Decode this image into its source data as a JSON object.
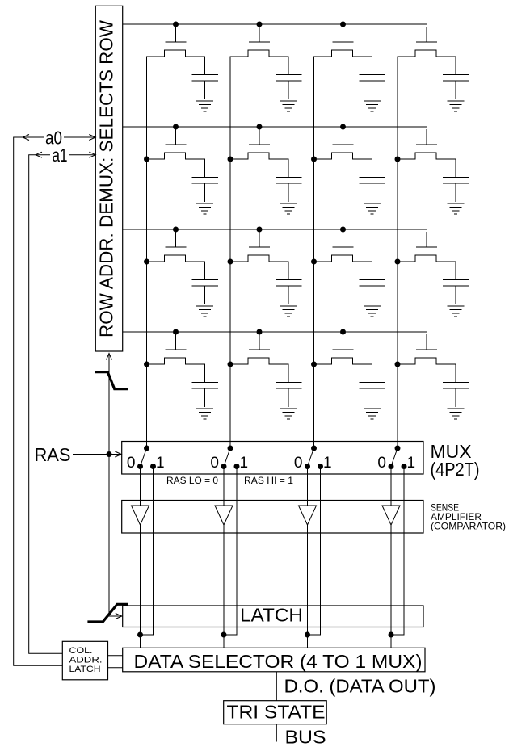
{
  "diagram": {
    "row_decoder": {
      "label": "ROW ADDR. DEMUX: SELECTS ROW"
    },
    "address_inputs": {
      "a0": "a0",
      "a1": "a1"
    },
    "ras": {
      "label": "RAS"
    },
    "mux": {
      "title": "MUX",
      "subtitle": "(4P2T)",
      "zero": "0",
      "one": "1",
      "note_low": "RAS LO = 0",
      "note_high": "RAS HI = 1"
    },
    "sense_amplifier": {
      "line1": "SENSE",
      "line2": "AMPLIFIER",
      "line3": "(COMPARATOR)"
    },
    "latch": {
      "label": "LATCH"
    },
    "column_address_latch": {
      "line1": "COL.",
      "line2": "ADDR.",
      "line3": "LATCH"
    },
    "data_selector": {
      "label": "DATA SELECTOR (4 TO 1 MUX)"
    },
    "data_out": {
      "label": "D.O. (DATA OUT)"
    },
    "tri_state": {
      "label": "TRI STATE"
    },
    "bus": {
      "label": "BUS"
    },
    "array": {
      "rows": 4,
      "cols": 4
    },
    "colors": {
      "ink": "#000000",
      "paper": "#ffffff"
    }
  }
}
